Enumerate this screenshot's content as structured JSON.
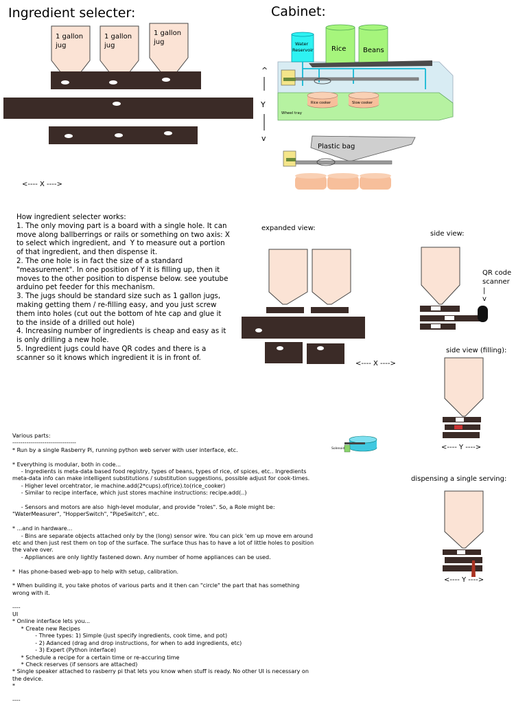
{
  "left_panel": {
    "title": "Ingredient selecter:",
    "jug_label_line1": "1 gallon",
    "jug_label_line2": "jug",
    "y_axis_label": "Y",
    "x_axis_label": "<---- X ---->",
    "up_arrow": "^",
    "down_arrow": "v"
  },
  "cabinet": {
    "title": "Cabinet:",
    "water_label_line1": "Water",
    "water_label_line2": "Reservoir",
    "rice_label": "Rice",
    "beans_label": "Beans",
    "rice_cooker_label": "Rice cooker",
    "slow_cooker_label": "Slow cooker",
    "wheel_tray_label": "Wheel tray",
    "plastic_bag_label": "Plastic bag"
  },
  "explanation": {
    "lines": [
      "How ingredient selecter works:",
      "1. The only moving part is a board with a single hole. It can move along ballberrings or rails or something on two axis: X to select which ingredient, and  Y to measure out a portion of that ingredient, and then dispense it.",
      "2. The one hole is in fact the size of a standard \"measurement\". In one position of Y it is filling up, then it moves to the other position to dispense below. see youtube arduino pet feeder for this mechanism.",
      "3. The jugs should be standard size such as 1 gallon jugs, making getting them / re-filling easy, and you just screw them into holes (cut out the bottom of hte cap and glue it to the inside of a drilled out hole)",
      "4. Increasing number of ingredients is cheap and easy as it is only drilling a new hole.",
      "5. Ingredient jugs could have QR codes and there is a scanner so it knows which ingredient it is in front of."
    ]
  },
  "views": {
    "expanded_label": "expanded view:",
    "expanded_x_label": "<---- X ---->",
    "side_label": "side view:",
    "qr_label_line1": "QR code",
    "qr_label_line2": "scanner",
    "qr_arrow_bar": "|",
    "qr_arrow_head": "v",
    "filling_label": "side view (filling):",
    "filling_y_label": "<---- Y ---->",
    "dispensing_label": "dispensing a single serving:",
    "dispensing_y_label": "<---- Y ---->",
    "solenoid_label": "Solenoid"
  },
  "parts": {
    "lines": [
      "Various parts:",
      "--------------------------------",
      "* Run by a single Rasberry Pi, running python web server with user interface, etc.",
      "",
      "* Everything is modular, both in code...",
      "     - Ingredients is meta-data based food registry, types of beans, types of rice, of spices, etc.. Ingredients",
      "meta-data info can make intelligent substitutions / substitution suggestions, possible adjust for cook-times.",
      "     - Higher level orcehtrator, ie machine.add(2*cups).of(rice).to(rice_cooker)",
      "     - Similar to recipe interface, which just stores machine instructions: recipe.add(..)",
      "",
      "     - Sensors and motors are also  high-level modular, and provide \"roles\". So, a Role might be:",
      "\"WaterMeasurer\", \"HopperSwitch\", \"PipeSwitch\", etc.",
      "",
      "* ...and in hardware...",
      "     - Bins are separate objects attached only by the (long) sensor wire. You can pick 'em up move em around",
      "etc and then just rest them on top of the surface. The surface thus has to have a lot of little holes to position",
      "the valve over.",
      "     - Appliances are only lightly fastened down. Any number of home appliances can be used.",
      "",
      "*  Has phone-based web-app to help with setup, calibration.",
      "",
      "* When building it, you take photos of various parts and it then can \"circle\" the part that has something",
      "wrong with it.",
      "",
      "----",
      "UI",
      "* Online interface lets you...",
      "     * Create new Recipes",
      "             - Three types: 1) Simple (just specify ingredients, cook time, and pot)",
      "             - 2) Adanced (drag and drop instructions, for when to add ingredients, etc)",
      "             - 3) Expert (Python interface)",
      "     * Schedule a recipe for a certain time or re-accuring time",
      "     * Check reserves (if sensors are attached)",
      "* Single speaker attached to rasberry pi that lets you know when stuff is ready. No other UI is necessary on",
      "the device.",
      "*",
      "",
      "----"
    ]
  }
}
